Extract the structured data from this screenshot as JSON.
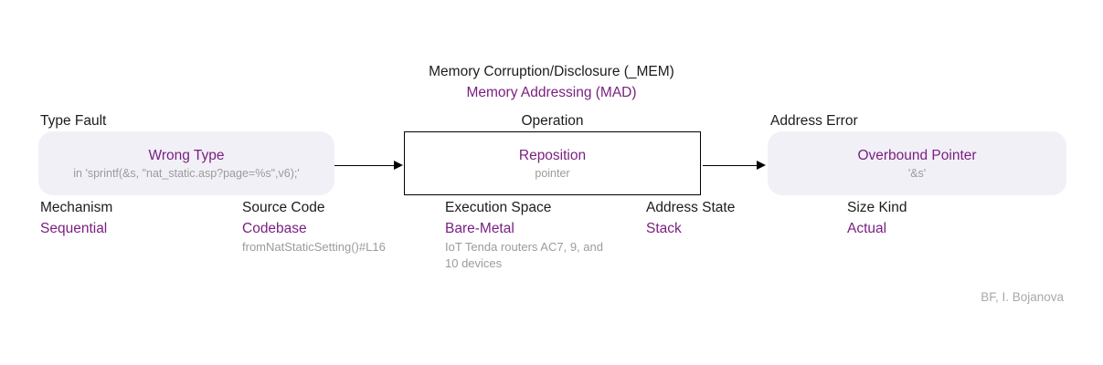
{
  "title": "Memory Corruption/Disclosure (_MEM)",
  "subtitle": "Memory Addressing (MAD)",
  "colors": {
    "purple": "#7a2080",
    "text": "#1c1c1c",
    "gray": "#9b9b9b",
    "gray_light": "#a8a8a8",
    "box_fill": "#f2f0f7",
    "border": "#000000"
  },
  "flow": {
    "fault": {
      "label": "Type Fault",
      "name": "Wrong Type",
      "detail": "in 'sprintf(&s, \"nat_static.asp?page=%s\",v6);'"
    },
    "operation": {
      "label": "Operation",
      "name": "Reposition",
      "detail": "pointer"
    },
    "error": {
      "label": "Address Error",
      "name": "Overbound Pointer",
      "detail": "'&s'"
    }
  },
  "attributes": [
    {
      "label": "Mechanism",
      "value": "Sequential",
      "detail": ""
    },
    {
      "label": "Source Code",
      "value": "Codebase",
      "detail": "fromNatStaticSetting()#L16"
    },
    {
      "label": "Execution Space",
      "value": "Bare-Metal",
      "detail": "IoT Tenda routers AC7, 9, and 10 devices"
    },
    {
      "label": "Address State",
      "value": "Stack",
      "detail": ""
    },
    {
      "label": "Size Kind",
      "value": "Actual",
      "detail": ""
    }
  ],
  "credit": "BF, I. Bojanova"
}
